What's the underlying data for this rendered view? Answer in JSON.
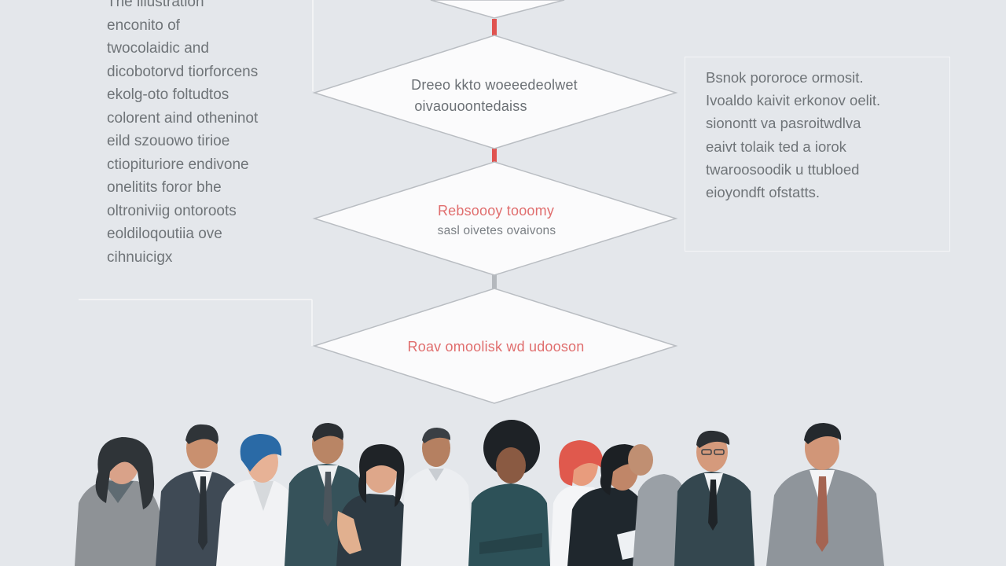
{
  "left_text": [
    "The illustration",
    "enconito of",
    "twocolaidic and",
    "dicobotorvd tiorforcens",
    "ekolg-oto foltudtos",
    "colorent aind otheninot",
    "eild szouowo tirioe",
    "ctiopituriore endivone",
    "onelitits foror bhe",
    "oltroniviig ontoroots",
    "eoldiloqoutiia ove",
    "cihnuicigx"
  ],
  "right_text": [
    "Bsnok pororoce ormosit.",
    "Ivoaldo kaivit erkonov oelit.",
    "sionontt va pasroitwdlva",
    "eaivt tolaik ted a iorok",
    "twaroosoodik u ttubloed",
    "eioyondft ofstatts."
  ],
  "diamonds": [
    {
      "line1": "",
      "line2": ""
    },
    {
      "line1": "Dreeo kkto woeeedeolwet",
      "line2": "oivaouoontedaiss"
    },
    {
      "line1": "Rebsoooy tooomy",
      "line2": "sasl oivetes ovaivons"
    },
    {
      "line1": "Roav omoolisk wd udooson",
      "line2": ""
    }
  ],
  "colors": {
    "background": "#e4e7eb",
    "diamond_fill": "#fbfbfc",
    "diamond_stroke": "#b9bdc2",
    "accent_red": "#e06e6e",
    "connector_red": "#e0534f",
    "text_gray": "#6f7478"
  }
}
